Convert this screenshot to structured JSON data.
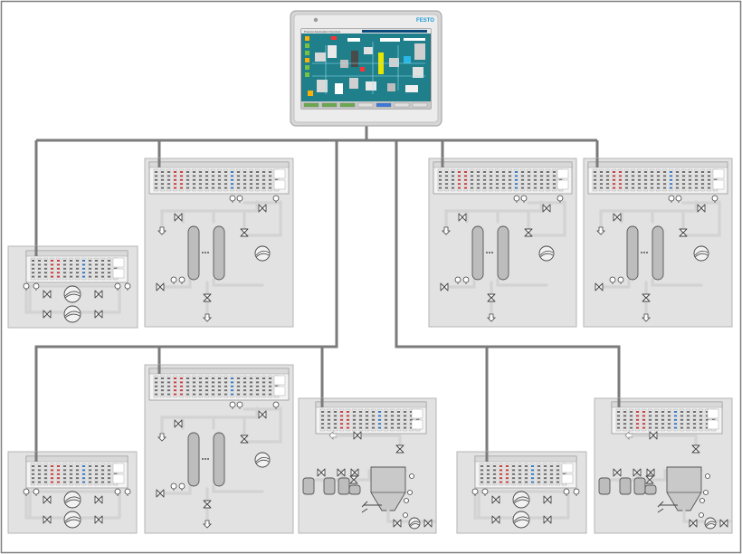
{
  "hmi": {
    "brand": "FESTO",
    "screen_title": "Process Automation Overview"
  },
  "colors": {
    "frame": "#7f7f7f",
    "link": "#7b7b7b",
    "module_bg": "#e2e2e2",
    "module_border": "#b5b5b5",
    "pipe": "#d3d3d3",
    "terminal_blue": "#3a78c2",
    "terminal_red": "#c84040",
    "hmi_bezel": "#d6d6d6",
    "hmi_screen": "#1f7f8a"
  },
  "modules": [
    {
      "id": "m1",
      "kind": "pump"
    },
    {
      "id": "m2",
      "kind": "filter"
    },
    {
      "id": "m3",
      "kind": "filter"
    },
    {
      "id": "m4",
      "kind": "filter"
    },
    {
      "id": "m5",
      "kind": "pump"
    },
    {
      "id": "m6",
      "kind": "filter"
    },
    {
      "id": "m7",
      "kind": "reactor"
    },
    {
      "id": "m8",
      "kind": "pump"
    },
    {
      "id": "m9",
      "kind": "reactor"
    }
  ]
}
